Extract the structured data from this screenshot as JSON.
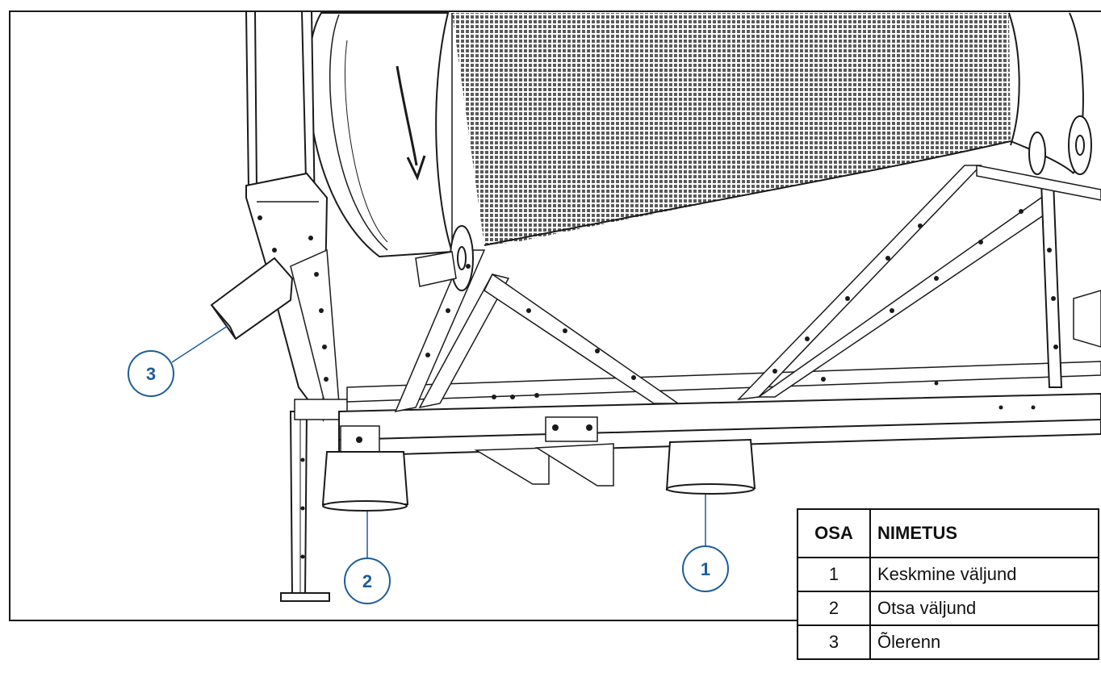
{
  "colors": {
    "callout": "#1f5c99",
    "line": "#1a1a1a",
    "mesh": "#555555"
  },
  "callouts": [
    {
      "number": "1"
    },
    {
      "number": "2"
    },
    {
      "number": "3"
    }
  ],
  "table": {
    "headers": [
      "OSA",
      "NIMETUS"
    ],
    "rows": [
      {
        "osa": "1",
        "name": "Keskmine väljund"
      },
      {
        "osa": "2",
        "name": "Otsa väljund"
      },
      {
        "osa": "3",
        "name": "Õlerenn"
      }
    ]
  }
}
